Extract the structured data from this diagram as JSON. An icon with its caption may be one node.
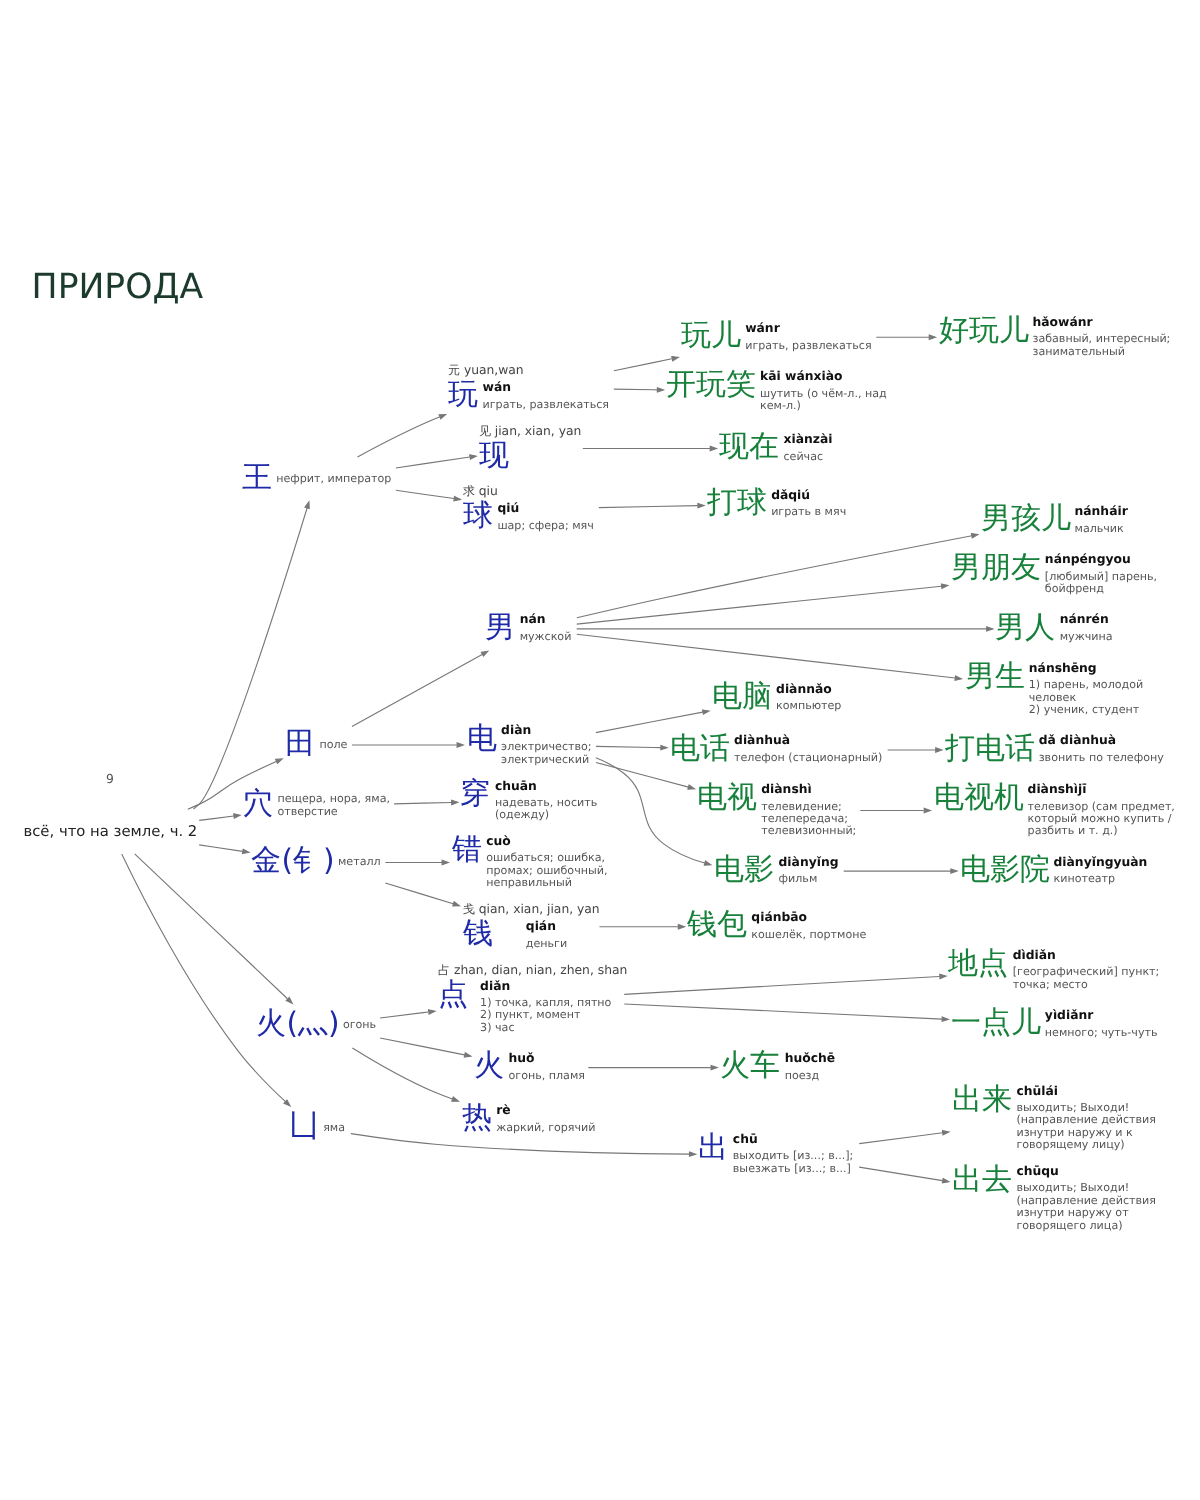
{
  "diagram": {
    "title": "ПРИРОДА",
    "nodes": [
      {
        "text": [
          "всё, что на земле, ч. 2"
        ]
      },
      {
        "text": [
          "王",
          "нефрит, император"
        ]
      },
      {
        "text": [
          "田",
          "поле"
        ]
      },
      {
        "text": [
          "穴",
          "пещера, нора, яма, отверстие"
        ]
      },
      {
        "text": [
          "金(钅)",
          "металл"
        ]
      },
      {
        "text": [
          "火(灬)",
          "огонь"
        ]
      },
      {
        "text": [
          "凵",
          "яма"
        ]
      },
      {
        "text": [
          "玩",
          "wán",
          "играть, развлекаться"
        ],
        "beside": [
          "元 yuan,wan"
        ]
      },
      {
        "text": [
          "现"
        ],
        "beside": [
          "见 jian, xian, yan"
        ]
      },
      {
        "text": [
          "球",
          "qiú",
          "шар; сфера; мяч"
        ],
        "beside": [
          "求 qiu"
        ]
      },
      {
        "text": [
          "男",
          "nán",
          "мужской"
        ]
      },
      {
        "text": [
          "电",
          "diàn",
          "электричество; электрический"
        ]
      },
      {
        "text": [
          "穿",
          "chuān",
          "надевать, носить (одежду)"
        ]
      },
      {
        "text": [
          "错",
          "cuò",
          "ошибаться; ошибка, промах; ошибочный, неправильный"
        ]
      },
      {
        "text": [
          "钱",
          "qián",
          "деньги"
        ],
        "beside": [
          "戋 qian, xian, jian, yan"
        ]
      },
      {
        "text": [
          "点",
          "diǎn",
          "1) точка, капля, пятно 2) пункт, момент 3) час"
        ],
        "beside": [
          "占 zhan, dian, nian, zhen, shan"
        ]
      },
      {
        "text": [
          "火",
          "huǒ",
          "огонь, пламя"
        ]
      },
      {
        "text": [
          "热",
          "rè",
          "жаркий, горячий"
        ]
      },
      {
        "text": [
          "出",
          "chū",
          "выходить [из...; в...]; выезжать [из...; в...]"
        ]
      },
      {
        "text": [
          "玩儿",
          "wánr",
          "играть, развлекаться"
        ]
      },
      {
        "text": [
          "开玩笑",
          "kāi wánxiào",
          "шутить (о чём-л., над кем-л.)"
        ]
      },
      {
        "text": [
          "现在",
          "xiànzài",
          "сейчас"
        ]
      },
      {
        "text": [
          "打球",
          "dǎqiú",
          "играть в мяч"
        ]
      },
      {
        "text": [
          "电脑",
          "diànnǎo",
          "компьютер"
        ]
      },
      {
        "text": [
          "电话",
          "diànhuà",
          "телефон (стационарный)"
        ]
      },
      {
        "text": [
          "电视",
          "diànshì",
          "телевидение; телепередача; телевизионный;"
        ]
      },
      {
        "text": [
          "电影",
          "diànyǐng",
          "фильм"
        ]
      },
      {
        "text": [
          "钱包",
          "qiánbāo",
          "кошелёк, портмоне"
        ]
      },
      {
        "text": [
          "火车",
          "huǒchē",
          "поезд"
        ]
      },
      {
        "text": [
          "好玩儿",
          "hǎowánr",
          "забавный, интересный; занимательный"
        ]
      },
      {
        "text": [
          "男孩儿",
          "nánháir",
          "мальчик"
        ]
      },
      {
        "text": [
          "男朋友",
          "nánpéngyou",
          "[любимый] парень, бойфренд"
        ]
      },
      {
        "text": [
          "男人",
          "nánrén",
          "мужчина"
        ]
      },
      {
        "text": [
          "男生",
          "nánshēng",
          "1) парень, молодой человек 2) ученик, студент"
        ]
      },
      {
        "text": [
          "打电话",
          "dǎ diànhuà",
          "звонить по телефону"
        ]
      },
      {
        "text": [
          "电视机",
          "diànshìjī",
          "телевизор (сам предмет, который можно купить / разбить и т. д.)"
        ]
      },
      {
        "text": [
          "电影院",
          "diànyǐngyuàn",
          "кинотеатр"
        ]
      },
      {
        "text": [
          "地点",
          "dìdiǎn",
          "[географический] пункт; точка; место"
        ]
      },
      {
        "text": [
          "一点儿",
          "yìdiǎnr",
          "немного; чуть-чуть"
        ]
      },
      {
        "text": [
          "出来",
          "chūlái",
          "выходить; Выходи! (направление действия изнутри наружу и к говорящему лицу)"
        ]
      },
      {
        "text": [
          "出去",
          "chūqu",
          "выходить; Выходи! (направление действия изнутри наружу от говорящего лица)"
        ]
      }
    ],
    "edges": [
      {
        "from": 0,
        "to": 1,
        "arrow": "to"
      },
      {
        "from": 0,
        "to": 2,
        "arrow": "to"
      },
      {
        "from": 0,
        "to": 3,
        "arrow": "to"
      },
      {
        "from": 0,
        "to": 4,
        "arrow": "to"
      },
      {
        "from": 0,
        "to": 5,
        "arrow": "to"
      },
      {
        "from": 0,
        "to": 6,
        "arrow": "to"
      },
      {
        "from": 1,
        "to": 7,
        "arrow": "to"
      },
      {
        "from": 1,
        "to": 8,
        "arrow": "to"
      },
      {
        "from": 1,
        "to": 9,
        "arrow": "to"
      },
      {
        "from": 2,
        "to": 10,
        "arrow": "to"
      },
      {
        "from": 2,
        "to": 11,
        "arrow": "to"
      },
      {
        "from": 3,
        "to": 12,
        "arrow": "to"
      },
      {
        "from": 4,
        "to": 13,
        "arrow": "to"
      },
      {
        "from": 4,
        "to": 14,
        "arrow": "to"
      },
      {
        "from": 5,
        "to": 15,
        "arrow": "to"
      },
      {
        "from": 5,
        "to": 16,
        "arrow": "to"
      },
      {
        "from": 5,
        "to": 17,
        "arrow": "to"
      },
      {
        "from": 6,
        "to": 18,
        "arrow": "to"
      },
      {
        "from": 7,
        "to": 19,
        "arrow": "to"
      },
      {
        "from": 7,
        "to": 20,
        "arrow": "to"
      },
      {
        "from": 8,
        "to": 21,
        "arrow": "to"
      },
      {
        "from": 9,
        "to": 22,
        "arrow": "to"
      },
      {
        "from": 10,
        "to": 30,
        "arrow": "to"
      },
      {
        "from": 10,
        "to": 31,
        "arrow": "to"
      },
      {
        "from": 10,
        "to": 32,
        "arrow": "to"
      },
      {
        "from": 10,
        "to": 33,
        "arrow": "to"
      },
      {
        "from": 11,
        "to": 23,
        "arrow": "to"
      },
      {
        "from": 11,
        "to": 24,
        "arrow": "to"
      },
      {
        "from": 11,
        "to": 25,
        "arrow": "to"
      },
      {
        "from": 11,
        "to": 26,
        "arrow": "to"
      },
      {
        "from": 14,
        "to": 27,
        "arrow": "to"
      },
      {
        "from": 15,
        "to": 37,
        "arrow": "to"
      },
      {
        "from": 15,
        "to": 38,
        "arrow": "to"
      },
      {
        "from": 16,
        "to": 28,
        "arrow": "to"
      },
      {
        "from": 18,
        "to": 39,
        "arrow": "to"
      },
      {
        "from": 18,
        "to": 40,
        "arrow": "to"
      },
      {
        "from": 19,
        "to": 29,
        "arrow": "to"
      },
      {
        "from": 24,
        "to": 34,
        "arrow": "to"
      },
      {
        "from": 25,
        "to": 35,
        "arrow": "to"
      },
      {
        "from": 26,
        "to": 36,
        "arrow": "to"
      }
    ],
    "labels": [
      "9"
    ]
  }
}
